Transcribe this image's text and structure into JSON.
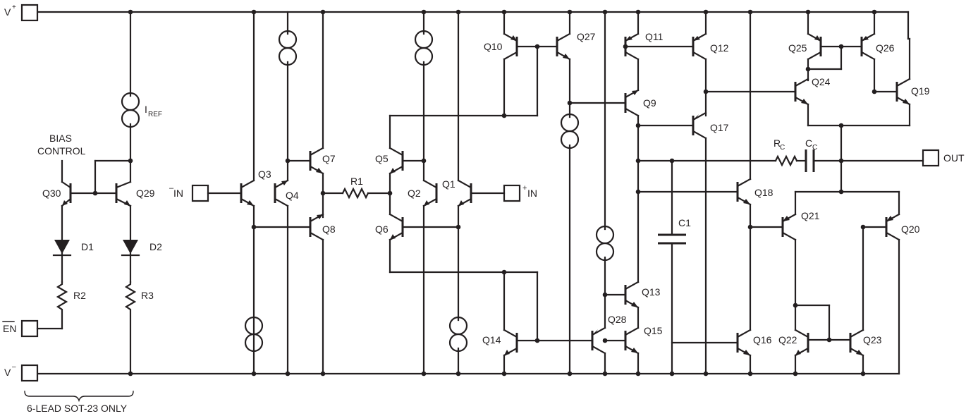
{
  "diagram": {
    "pins": {
      "vplus": "V",
      "vplus_sup": "+",
      "vminus": "V",
      "vminus_sup": "–",
      "inv_in_prefix": "–",
      "inv_in": "IN",
      "noninv_in_prefix": "+",
      "noninv_in": "IN",
      "out": "OUT",
      "en": "EN"
    },
    "labels": {
      "iref_main": "I",
      "iref_sub": "REF",
      "bias1": "BIAS",
      "bias2": "CONTROL",
      "rc_main": "R",
      "rc_sub": "C",
      "cc_main": "C",
      "cc_sub": "C",
      "note": "6-LEAD SOT-23 ONLY"
    },
    "components": {
      "q1": "Q1",
      "q2": "Q2",
      "q3": "Q3",
      "q4": "Q4",
      "q5": "Q5",
      "q6": "Q6",
      "q7": "Q7",
      "q8": "Q8",
      "q9": "Q9",
      "q10": "Q10",
      "q11": "Q11",
      "q12": "Q12",
      "q13": "Q13",
      "q14": "Q14",
      "q15": "Q15",
      "q16": "Q16",
      "q17": "Q17",
      "q18": "Q18",
      "q19": "Q19",
      "q20": "Q20",
      "q21": "Q21",
      "q22": "Q22",
      "q23": "Q23",
      "q24": "Q24",
      "q25": "Q25",
      "q26": "Q26",
      "q27": "Q27",
      "q28": "Q28",
      "q29": "Q29",
      "q30": "Q30",
      "r1": "R1",
      "r2": "R2",
      "r3": "R3",
      "c1": "C1",
      "d1": "D1",
      "d2": "D2"
    }
  }
}
